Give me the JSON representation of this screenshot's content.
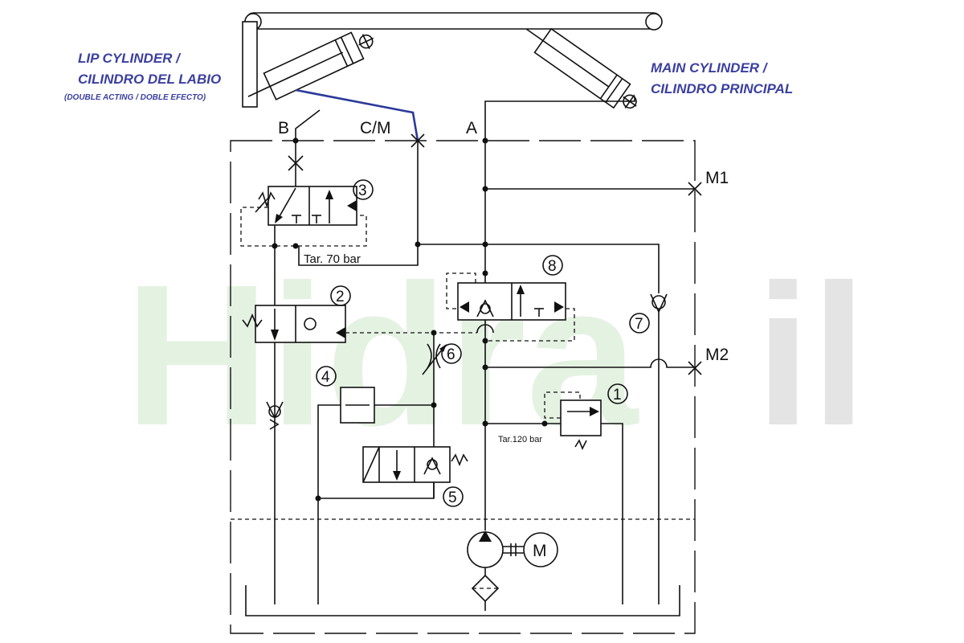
{
  "notes": {
    "lip_line1": "LIP CYLINDER /",
    "lip_line2": "CILINDRO DEL LABIO",
    "lip_line3": "(DOUBLE ACTING / DOBLE EFECTO)",
    "main_line1": "MAIN CYLINDER /",
    "main_line2": "CILINDRO PRINCIPAL"
  },
  "ports": {
    "b": "B",
    "cm": "C/M",
    "a": "A",
    "m1": "M1",
    "m2": "M2"
  },
  "settings": {
    "tar70": "Tar. 70 bar",
    "tar120": "Tar.120 bar"
  },
  "components": {
    "c1": "1",
    "c2": "2",
    "c3": "3",
    "c4": "4",
    "c5": "5",
    "c6": "6",
    "c7": "7",
    "c8": "8"
  },
  "motor": "M",
  "watermark": {
    "left": "Hidra",
    "right": "il"
  },
  "colors": {
    "annotation": "#3b3fa0",
    "watermark_green": "#cfe8cb",
    "watermark_grey": "#cfcfcf"
  }
}
